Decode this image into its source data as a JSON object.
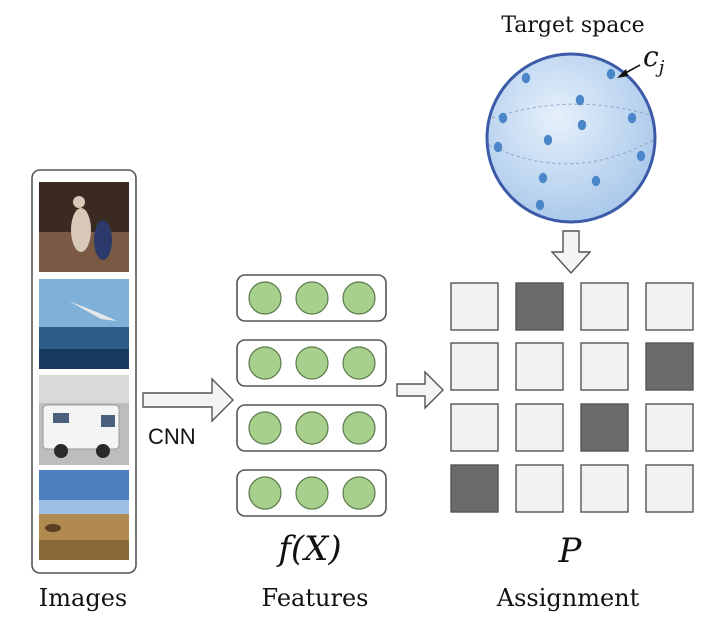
{
  "labels": {
    "images": "Images",
    "features": "Features",
    "assignment": "Assignment",
    "target_space": "Target space",
    "cnn": "CNN",
    "features_symbol": "f(X)",
    "assignment_symbol": "P",
    "centroid_symbol": "c",
    "centroid_subscript": "j"
  },
  "image_panels": [
    {
      "name": "basketball-photo",
      "palette": [
        "#3a2a22",
        "#7a5a44",
        "#d8c8b8",
        "#2b3a6a"
      ]
    },
    {
      "name": "bird-over-sea-photo",
      "palette": [
        "#7fb1d8",
        "#2d5c86",
        "#163a5e",
        "#e8e8e8"
      ]
    },
    {
      "name": "camper-van-photo",
      "palette": [
        "#d9d9d9",
        "#f4f4f4",
        "#4b5f7c",
        "#6a6a6a"
      ]
    },
    {
      "name": "grassland-photo",
      "palette": [
        "#4d7fc0",
        "#9ec0e6",
        "#8a6a3a",
        "#b08a4e"
      ]
    }
  ],
  "feature_rows": 4,
  "feature_circles_per_row": 3,
  "assignment_matrix": [
    [
      0,
      1,
      0,
      0
    ],
    [
      0,
      0,
      0,
      1
    ],
    [
      0,
      0,
      1,
      0
    ],
    [
      1,
      0,
      0,
      0
    ]
  ],
  "colors": {
    "panel_border": "#555555",
    "circle_fill": "#a8d08d",
    "circle_stroke": "#5a7a4a",
    "cell_light": "#f2f2f2",
    "cell_dark": "#6b6b6b",
    "sphere_fill": "#c9ddf3",
    "sphere_stroke": "#3b5ba8",
    "dot": "#4a86c8",
    "arrow_fill": "#f4f4f4"
  }
}
